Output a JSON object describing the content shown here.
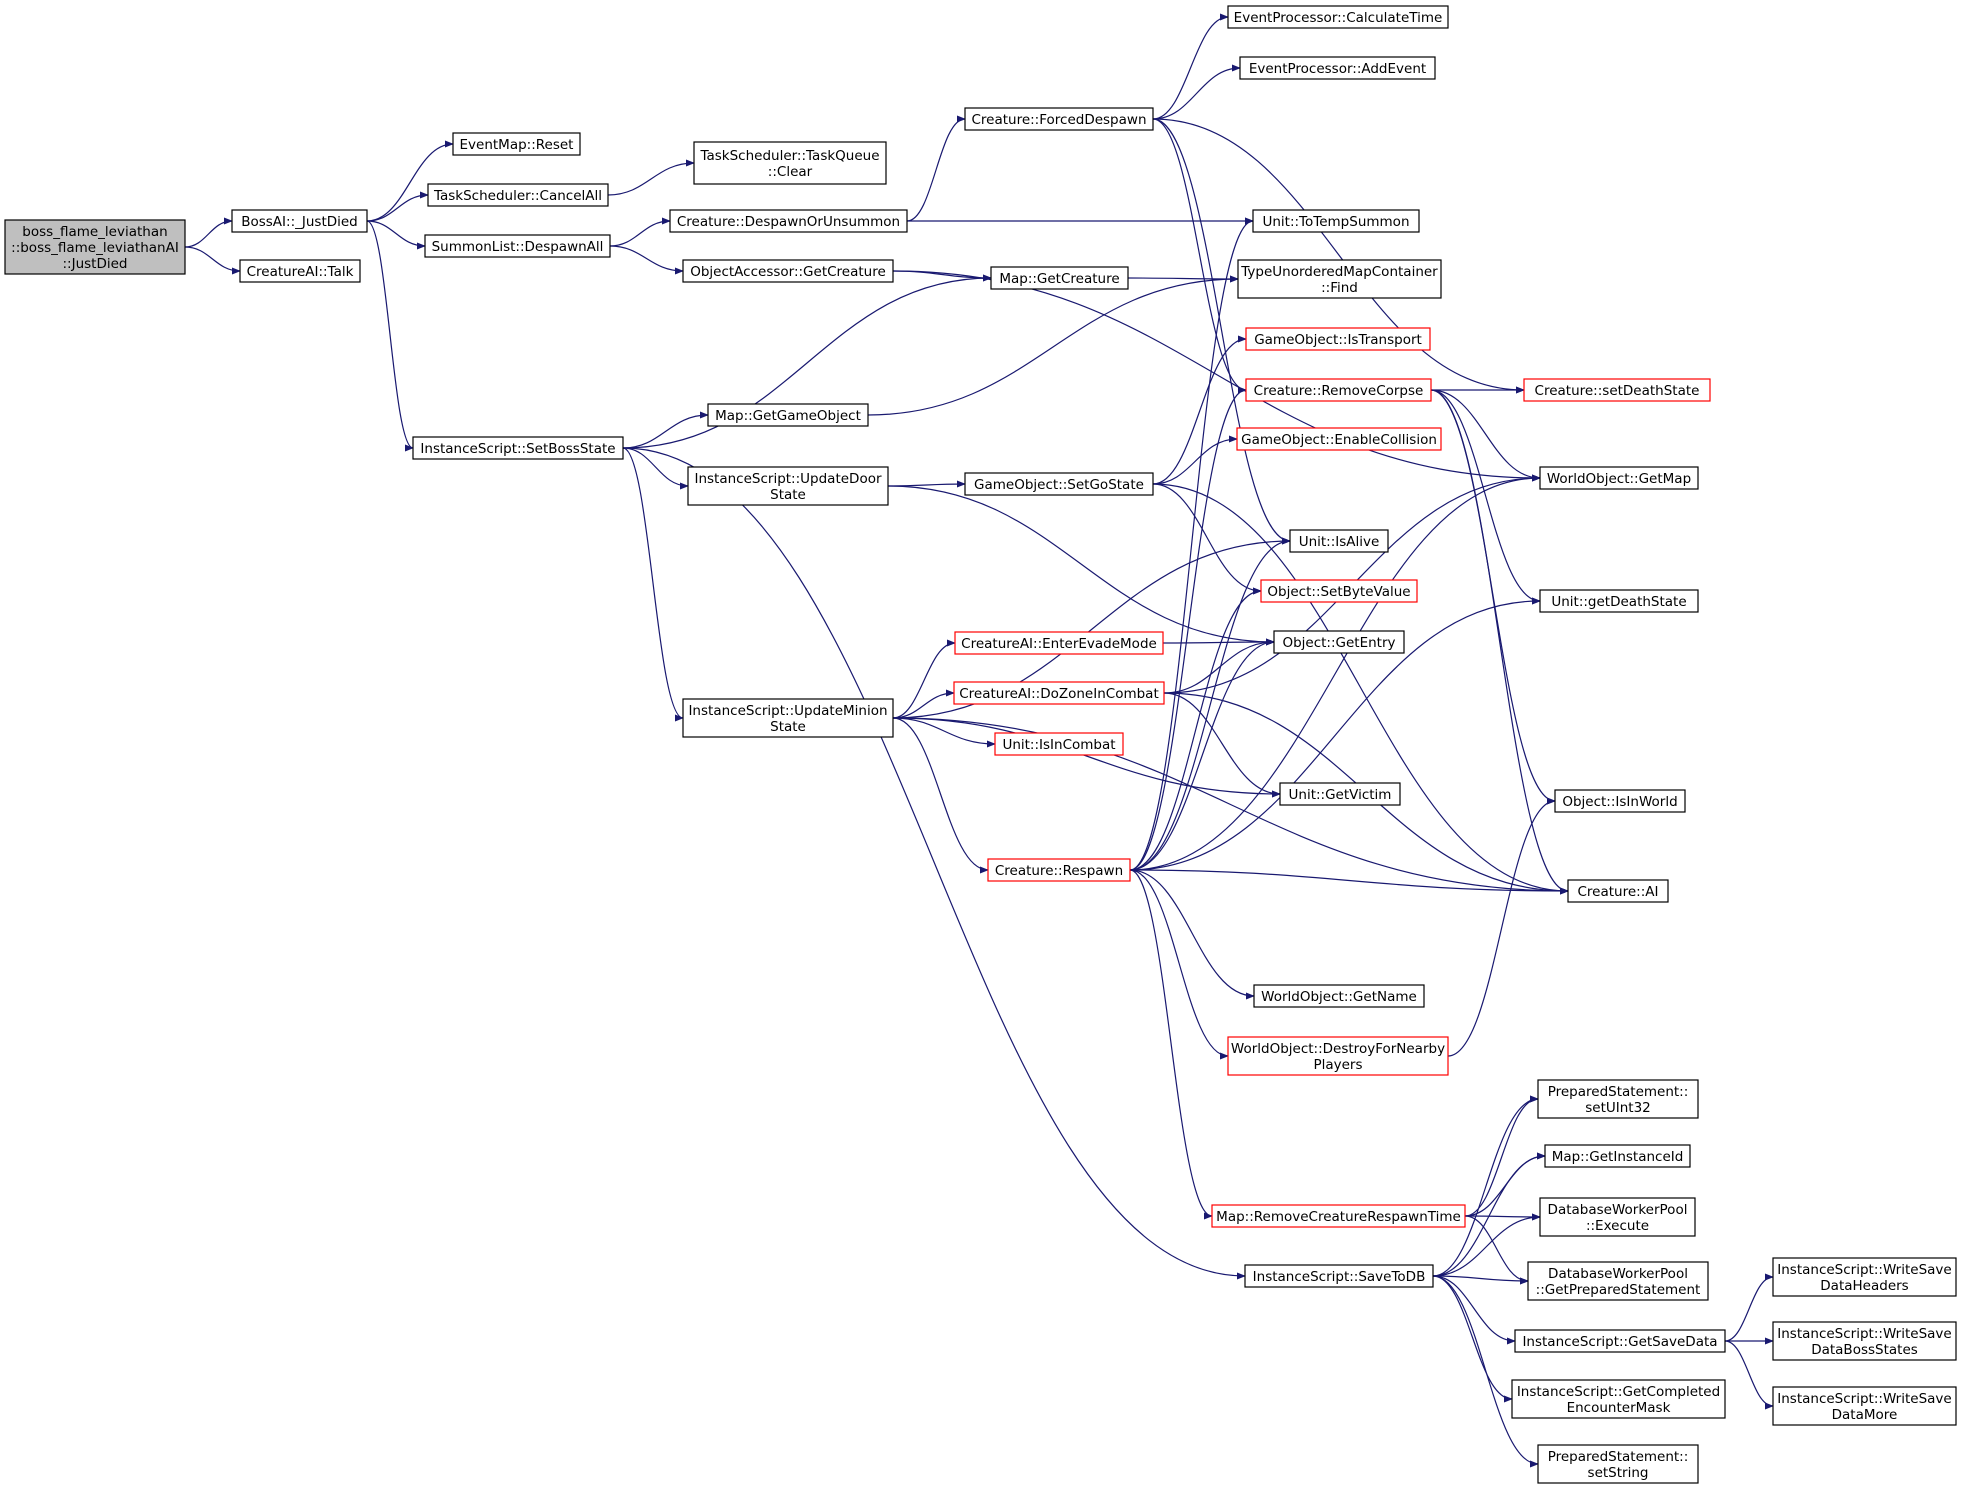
{
  "colors": {
    "edge": "#191970",
    "node_border": "#000000",
    "node_border_red": "#ff0000",
    "root_fill": "#bfbfbf"
  },
  "nodes": [
    {
      "id": "root",
      "lines": [
        "boss_flame_leviathan",
        "::boss_flame_leviathanAI",
        "::JustDied"
      ],
      "style": "root"
    },
    {
      "id": "bossai_justdied",
      "lines": [
        "BossAI::_JustDied"
      ]
    },
    {
      "id": "creatureai_talk",
      "lines": [
        "CreatureAI::Talk"
      ]
    },
    {
      "id": "eventmap_reset",
      "lines": [
        "EventMap::Reset"
      ]
    },
    {
      "id": "taskscheduler_cancelall",
      "lines": [
        "TaskScheduler::CancelAll"
      ]
    },
    {
      "id": "summonlist_despawnall",
      "lines": [
        "SummonList::DespawnAll"
      ]
    },
    {
      "id": "instancescript_setbossstate",
      "lines": [
        "InstanceScript::SetBossState"
      ]
    },
    {
      "id": "taskqueue_clear",
      "lines": [
        "TaskScheduler::TaskQueue",
        "::Clear"
      ]
    },
    {
      "id": "creature_despawnorunsummon",
      "lines": [
        "Creature::DespawnOrUnsummon"
      ]
    },
    {
      "id": "objectaccessor_getcreature",
      "lines": [
        "ObjectAccessor::GetCreature"
      ]
    },
    {
      "id": "map_getgameobject",
      "lines": [
        "Map::GetGameObject"
      ]
    },
    {
      "id": "instancescript_updatedoorstate",
      "lines": [
        "InstanceScript::UpdateDoor",
        "State"
      ]
    },
    {
      "id": "instancescript_updateminionstate",
      "lines": [
        "InstanceScript::UpdateMinion",
        "State"
      ]
    },
    {
      "id": "creature_forceddespawn",
      "lines": [
        "Creature::ForcedDespawn"
      ]
    },
    {
      "id": "map_getcreature",
      "lines": [
        "Map::GetCreature"
      ]
    },
    {
      "id": "gameobject_setgostate",
      "lines": [
        "GameObject::SetGoState"
      ]
    },
    {
      "id": "creatureai_enterevademode",
      "lines": [
        "CreatureAI::EnterEvadeMode"
      ],
      "style": "red"
    },
    {
      "id": "creatureai_dozoneincombat",
      "lines": [
        "CreatureAI::DoZoneInCombat"
      ],
      "style": "red"
    },
    {
      "id": "unit_isincombat",
      "lines": [
        "Unit::IsInCombat"
      ],
      "style": "red"
    },
    {
      "id": "creature_respawn",
      "lines": [
        "Creature::Respawn"
      ],
      "style": "red"
    },
    {
      "id": "eventprocessor_calculatetime",
      "lines": [
        "EventProcessor::CalculateTime"
      ]
    },
    {
      "id": "eventprocessor_addevent",
      "lines": [
        "EventProcessor::AddEvent"
      ]
    },
    {
      "id": "unit_totempsummon",
      "lines": [
        "Unit::ToTempSummon"
      ]
    },
    {
      "id": "typeunorderedmapcontainer_find",
      "lines": [
        "TypeUnorderedMapContainer",
        "::Find"
      ]
    },
    {
      "id": "gameobject_istransport",
      "lines": [
        "GameObject::IsTransport"
      ],
      "style": "red"
    },
    {
      "id": "creature_removecorpse",
      "lines": [
        "Creature::RemoveCorpse"
      ],
      "style": "red"
    },
    {
      "id": "gameobject_enablecollision",
      "lines": [
        "GameObject::EnableCollision"
      ],
      "style": "red"
    },
    {
      "id": "unit_isalive",
      "lines": [
        "Unit::IsAlive"
      ]
    },
    {
      "id": "object_setbytevalue",
      "lines": [
        "Object::SetByteValue"
      ],
      "style": "red"
    },
    {
      "id": "object_getentry",
      "lines": [
        "Object::GetEntry"
      ]
    },
    {
      "id": "unit_getvictim",
      "lines": [
        "Unit::GetVictim"
      ]
    },
    {
      "id": "worldobject_getname",
      "lines": [
        "WorldObject::GetName"
      ]
    },
    {
      "id": "worldobject_destroyfornearbyplayers",
      "lines": [
        "WorldObject::DestroyForNearby",
        "Players"
      ],
      "style": "red"
    },
    {
      "id": "map_removecreaturerespawntime",
      "lines": [
        "Map::RemoveCreatureRespawnTime"
      ],
      "style": "red"
    },
    {
      "id": "instancescript_savetodb",
      "lines": [
        "InstanceScript::SaveToDB"
      ]
    },
    {
      "id": "creature_setdeathstate",
      "lines": [
        "Creature::setDeathState"
      ],
      "style": "red"
    },
    {
      "id": "worldobject_getmap",
      "lines": [
        "WorldObject::GetMap"
      ]
    },
    {
      "id": "unit_getdeathstate",
      "lines": [
        "Unit::getDeathState"
      ]
    },
    {
      "id": "object_isinworld",
      "lines": [
        "Object::IsInWorld"
      ]
    },
    {
      "id": "creature_ai",
      "lines": [
        "Creature::AI"
      ]
    },
    {
      "id": "preparedstatement_setuint32",
      "lines": [
        "PreparedStatement::",
        "setUInt32"
      ]
    },
    {
      "id": "map_getinstanceid",
      "lines": [
        "Map::GetInstanceId"
      ]
    },
    {
      "id": "databaseworkerpool_execute",
      "lines": [
        "DatabaseWorkerPool",
        "::Execute"
      ]
    },
    {
      "id": "databaseworkerpool_getpreparedstatement",
      "lines": [
        "DatabaseWorkerPool",
        "::GetPreparedStatement"
      ]
    },
    {
      "id": "instancescript_getsavedata",
      "lines": [
        "InstanceScript::GetSaveData"
      ]
    },
    {
      "id": "instancescript_getcompletedencountermask",
      "lines": [
        "InstanceScript::GetCompleted",
        "EncounterMask"
      ]
    },
    {
      "id": "preparedstatement_setstring",
      "lines": [
        "PreparedStatement::",
        "setString"
      ]
    },
    {
      "id": "instancescript_writesavedataheaders",
      "lines": [
        "InstanceScript::WriteSave",
        "DataHeaders"
      ]
    },
    {
      "id": "instancescript_writesavedatabossstates",
      "lines": [
        "InstanceScript::WriteSave",
        "DataBossStates"
      ]
    },
    {
      "id": "instancescript_writesavedatamore",
      "lines": [
        "InstanceScript::WriteSave",
        "DataMore"
      ]
    }
  ],
  "edges": [
    [
      "root",
      "bossai_justdied"
    ],
    [
      "root",
      "creatureai_talk"
    ],
    [
      "bossai_justdied",
      "eventmap_reset"
    ],
    [
      "bossai_justdied",
      "taskscheduler_cancelall"
    ],
    [
      "bossai_justdied",
      "summonlist_despawnall"
    ],
    [
      "bossai_justdied",
      "instancescript_setbossstate"
    ],
    [
      "taskscheduler_cancelall",
      "taskqueue_clear"
    ],
    [
      "summonlist_despawnall",
      "creature_despawnorunsummon"
    ],
    [
      "summonlist_despawnall",
      "objectaccessor_getcreature"
    ],
    [
      "creature_despawnorunsummon",
      "creature_forceddespawn"
    ],
    [
      "creature_despawnorunsummon",
      "unit_totempsummon"
    ],
    [
      "objectaccessor_getcreature",
      "map_getcreature"
    ],
    [
      "objectaccessor_getcreature",
      "worldobject_getmap"
    ],
    [
      "creature_forceddespawn",
      "eventprocessor_calculatetime"
    ],
    [
      "creature_forceddespawn",
      "eventprocessor_addevent"
    ],
    [
      "creature_forceddespawn",
      "creature_setdeathstate"
    ],
    [
      "creature_forceddespawn",
      "creature_removecorpse"
    ],
    [
      "creature_forceddespawn",
      "unit_isalive"
    ],
    [
      "map_getcreature",
      "typeunorderedmapcontainer_find"
    ],
    [
      "map_getgameobject",
      "typeunorderedmapcontainer_find"
    ],
    [
      "instancescript_setbossstate",
      "map_getcreature"
    ],
    [
      "instancescript_setbossstate",
      "map_getgameobject"
    ],
    [
      "instancescript_setbossstate",
      "instancescript_updatedoorstate"
    ],
    [
      "instancescript_setbossstate",
      "instancescript_updateminionstate"
    ],
    [
      "instancescript_setbossstate",
      "instancescript_savetodb"
    ],
    [
      "instancescript_updatedoorstate",
      "gameobject_setgostate"
    ],
    [
      "instancescript_updatedoorstate",
      "object_getentry"
    ],
    [
      "gameobject_setgostate",
      "gameobject_istransport"
    ],
    [
      "gameobject_setgostate",
      "gameobject_enablecollision"
    ],
    [
      "gameobject_setgostate",
      "object_setbytevalue"
    ],
    [
      "gameobject_setgostate",
      "creature_ai"
    ],
    [
      "instancescript_updateminionstate",
      "unit_isalive"
    ],
    [
      "instancescript_updateminionstate",
      "creatureai_enterevademode"
    ],
    [
      "instancescript_updateminionstate",
      "creatureai_dozoneincombat"
    ],
    [
      "instancescript_updateminionstate",
      "unit_isincombat"
    ],
    [
      "instancescript_updateminionstate",
      "unit_getvictim"
    ],
    [
      "instancescript_updateminionstate",
      "creature_respawn"
    ],
    [
      "instancescript_updateminionstate",
      "creature_ai"
    ],
    [
      "creatureai_enterevademode",
      "object_getentry"
    ],
    [
      "creatureai_dozoneincombat",
      "object_getentry"
    ],
    [
      "creatureai_dozoneincombat",
      "unit_getvictim"
    ],
    [
      "creatureai_dozoneincombat",
      "worldobject_getmap"
    ],
    [
      "creatureai_dozoneincombat",
      "creature_ai"
    ],
    [
      "creature_respawn",
      "unit_totempsummon"
    ],
    [
      "creature_respawn",
      "creature_removecorpse"
    ],
    [
      "creature_respawn",
      "unit_isalive"
    ],
    [
      "creature_respawn",
      "object_setbytevalue"
    ],
    [
      "creature_respawn",
      "object_getentry"
    ],
    [
      "creature_respawn",
      "worldobject_getmap"
    ],
    [
      "creature_respawn",
      "unit_getdeathstate"
    ],
    [
      "creature_respawn",
      "creature_ai"
    ],
    [
      "creature_respawn",
      "worldobject_getname"
    ],
    [
      "creature_respawn",
      "worldobject_destroyfornearbyplayers"
    ],
    [
      "creature_respawn",
      "map_removecreaturerespawntime"
    ],
    [
      "creature_removecorpse",
      "creature_setdeathstate"
    ],
    [
      "creature_removecorpse",
      "worldobject_getmap"
    ],
    [
      "creature_removecorpse",
      "unit_getdeathstate"
    ],
    [
      "creature_removecorpse",
      "object_isinworld"
    ],
    [
      "creature_removecorpse",
      "creature_ai"
    ],
    [
      "worldobject_destroyfornearbyplayers",
      "object_isinworld"
    ],
    [
      "map_removecreaturerespawntime",
      "preparedstatement_setuint32"
    ],
    [
      "map_removecreaturerespawntime",
      "map_getinstanceid"
    ],
    [
      "map_removecreaturerespawntime",
      "databaseworkerpool_execute"
    ],
    [
      "map_removecreaturerespawntime",
      "databaseworkerpool_getpreparedstatement"
    ],
    [
      "instancescript_savetodb",
      "preparedstatement_setuint32"
    ],
    [
      "instancescript_savetodb",
      "map_getinstanceid"
    ],
    [
      "instancescript_savetodb",
      "databaseworkerpool_execute"
    ],
    [
      "instancescript_savetodb",
      "databaseworkerpool_getpreparedstatement"
    ],
    [
      "instancescript_savetodb",
      "instancescript_getsavedata"
    ],
    [
      "instancescript_savetodb",
      "instancescript_getcompletedencountermask"
    ],
    [
      "instancescript_savetodb",
      "preparedstatement_setstring"
    ],
    [
      "instancescript_getsavedata",
      "instancescript_writesavedataheaders"
    ],
    [
      "instancescript_getsavedata",
      "instancescript_writesavedatabossstates"
    ],
    [
      "instancescript_getsavedata",
      "instancescript_writesavedatamore"
    ]
  ]
}
